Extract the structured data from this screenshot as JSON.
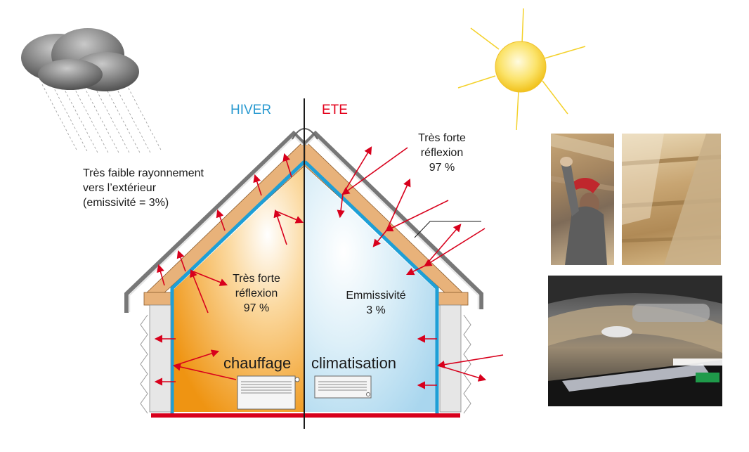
{
  "labels": {
    "hiver": "HIVER",
    "ete": "ETE",
    "tres_faible": "Très faible rayonnement\nvers l’extérieur\n(emissivité = 3%)",
    "reflexion_right": "Très forte\nréflexion\n97 %",
    "reflexion_left": "Très forte\nréflexion\n97 %",
    "emmissivite": "Emmissivité\n3 %",
    "chauffage": "chauffage",
    "climatisation": "climatisation"
  },
  "colors": {
    "hiver": "#2a9ad0",
    "ete": "#e3001b",
    "arrow": "#d8001c",
    "insulation_blue": "#1e9fd6",
    "warm": "#f19a1d",
    "cool": "#bfe0f2",
    "timber": "#e8b27a",
    "sun": "#f7d44a"
  },
  "icons": {
    "cloud": "rain-cloud-icon",
    "sun": "sun-icon",
    "radiator": "radiator-icon",
    "ac_unit": "air-conditioner-icon"
  }
}
